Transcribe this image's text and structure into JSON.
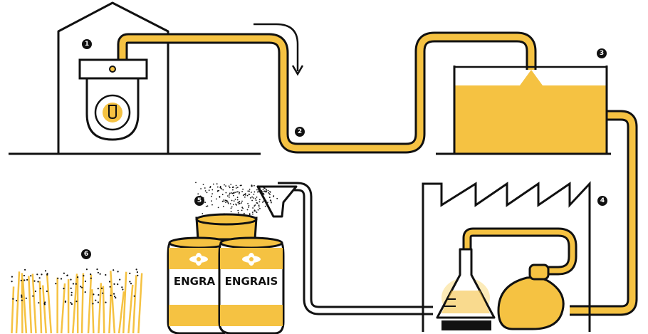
{
  "colors": {
    "accent": "#F5C242",
    "accent_light": "#FBE6A8",
    "outline": "#111111",
    "background": "#FFFFFF"
  },
  "steps": [
    {
      "number": "1"
    },
    {
      "number": "2"
    },
    {
      "number": "3"
    },
    {
      "number": "4"
    },
    {
      "number": "5"
    },
    {
      "number": "6"
    }
  ],
  "bags": [
    {
      "label": "ENGRA"
    },
    {
      "label": "ENGRAIS"
    }
  ],
  "icons": [
    "house-icon",
    "toilet-icon",
    "flow-arrow-icon",
    "tank-icon",
    "factory-icon",
    "flask-icon",
    "boiler-icon",
    "funnel-icon",
    "fertilizer-bag-icon",
    "crop-field-icon"
  ]
}
